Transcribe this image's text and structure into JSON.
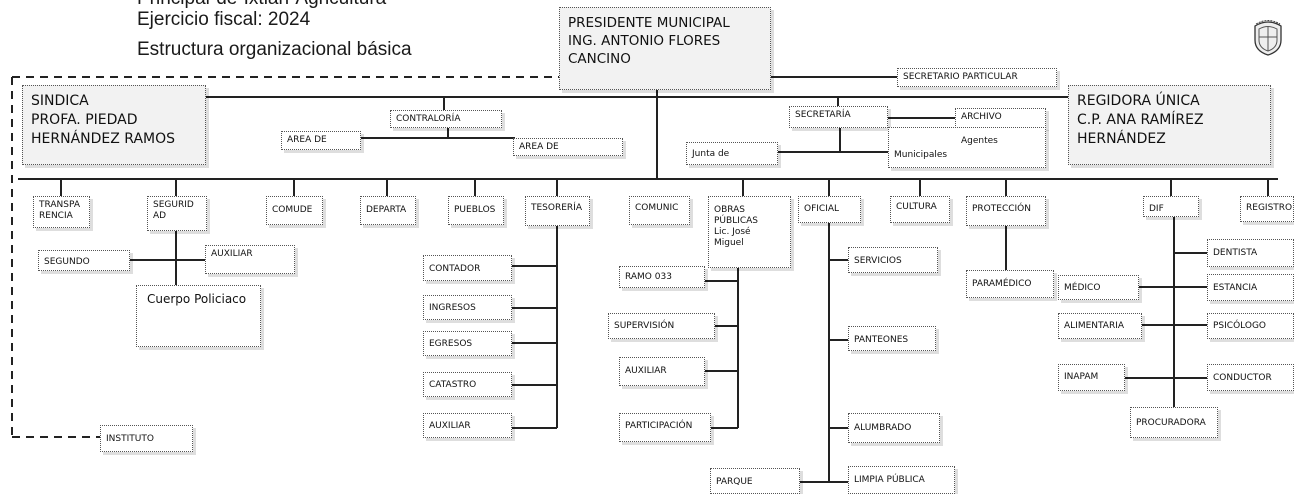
{
  "header": {
    "line1": "Principal-de-Ixtlán-Agricultura",
    "line2": "Ejercicio fiscal: 2024",
    "line3": "Estructura organizacional básica"
  },
  "nodes": {
    "presidente": [
      "PRESIDENTE MUNICIPAL",
      "ING. ANTONIO FLORES",
      "CANCINO"
    ],
    "secretario_particular": "SECRETARIO PARTICULAR",
    "sindica": [
      "SINDICA",
      "PROFA. PIEDAD",
      "HERNÁNDEZ RAMOS"
    ],
    "regidora": [
      "REGIDORA ÚNICA",
      "C.P. ANA RAMÍREZ",
      "HERNÁNDEZ"
    ],
    "contraloria": "CONTRALORÍA",
    "area_de_1": "AREA DE",
    "area_de_2": "AREA DE",
    "secretaria": "SECRETARÍA",
    "archivo": "ARCHIVO",
    "junta_de": "Junta de",
    "agentes_municipales": [
      "Agentes",
      "Municipales"
    ],
    "transparencia": [
      "TRANSPA",
      "RENCIA"
    ],
    "seguridad": [
      "SEGURID",
      "AD"
    ],
    "comude": "COMUDE",
    "departa": "DEPARTA",
    "pueblos": "PUEBLOS",
    "tesoreria": "TESORERÍA",
    "comunic": "COMUNIC",
    "obras_publicas": [
      "OBRAS",
      "PÚBLICAS",
      "Lic. José",
      "Miguel"
    ],
    "oficial": "OFICIAL",
    "cultura": "CULTURA",
    "proteccion": "PROTECCIÓN",
    "dif": "DIF",
    "registro": "REGISTRO",
    "segundo": "SEGUNDO",
    "auxiliar_seg": "AUXILIAR",
    "cuerpo_policiaco": "Cuerpo Policiaco",
    "contador": "CONTADOR",
    "ingresos": "INGRESOS",
    "egresos": "EGRESOS",
    "catastro": "CATASTRO",
    "auxiliar_tes": "AUXILIAR",
    "ramo_033": "RAMO 033",
    "supervision": "SUPERVISIÓN",
    "auxiliar_obras": "AUXILIAR",
    "participacion": "PARTICIPACIÓN",
    "parque": "PARQUE",
    "servicios": "SERVICIOS",
    "panteones": "PANTEONES",
    "alumbrado": "ALUMBRADO",
    "limpia_publica": "LIMPIA PÚBLICA",
    "paramedico": "PARAMÉDICO",
    "medico": "MÉDICO",
    "alimentaria": "ALIMENTARIA",
    "inapam": "INAPAM",
    "dentista": "DENTISTA",
    "estancia": "ESTANCIA",
    "psicologo": "PSICÓLOGO",
    "conductor": "CONDUCTOR",
    "procuradora": "PROCURADORA",
    "instituto": "INSTITUTO"
  },
  "seal_icon": "municipal-seal-icon"
}
